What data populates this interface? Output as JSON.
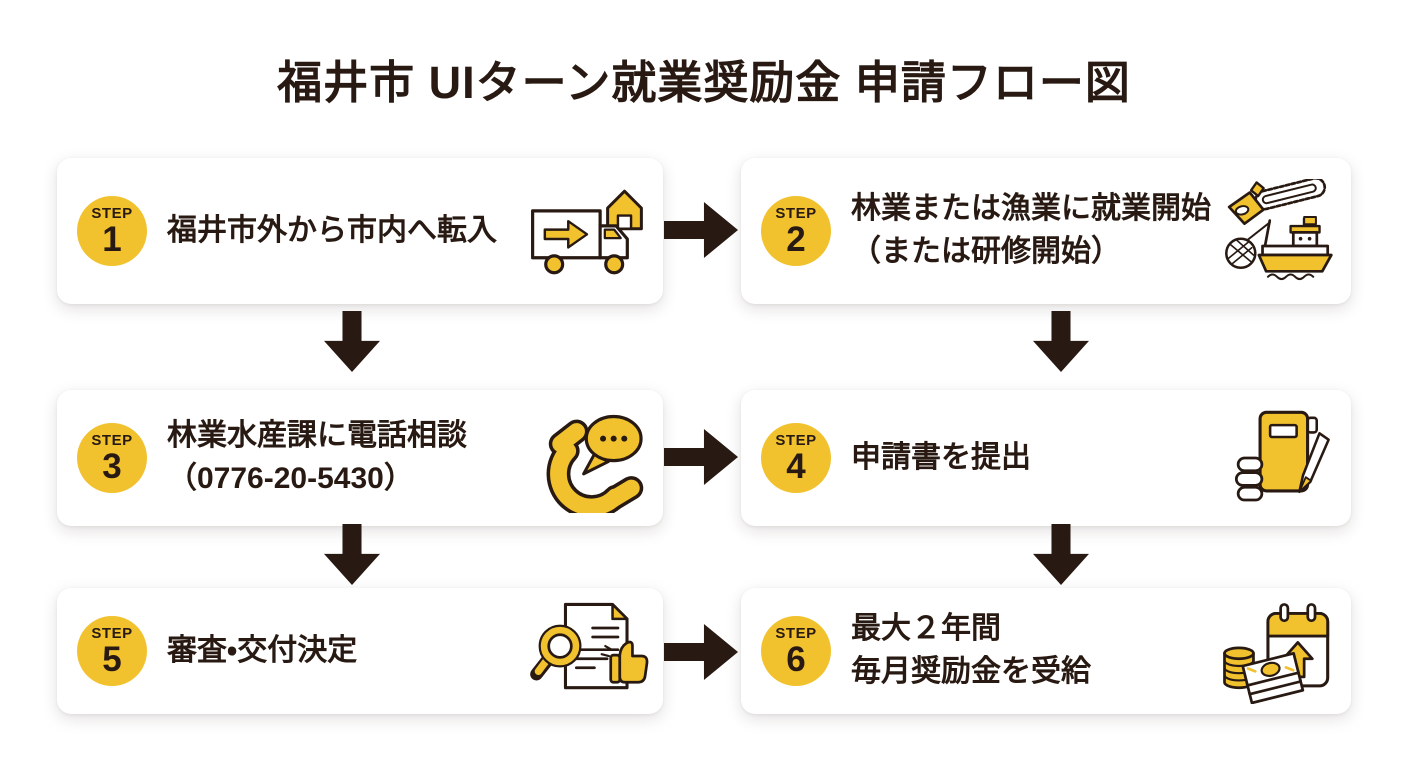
{
  "title": "福井市 UIターン就業奨励金 申請フロー図",
  "colors": {
    "yellow": "#F1C22E",
    "dark": "#281A12",
    "card": "#FFFFFF",
    "bg": "#FFFFFF"
  },
  "steps": [
    {
      "badge": "STEP",
      "number": "1",
      "lines": [
        "福井市外から市内へ転入"
      ],
      "icon": "moving-truck-icon"
    },
    {
      "badge": "STEP",
      "number": "2",
      "lines": [
        "林業または漁業に就業開始",
        "（または研修開始）"
      ],
      "icon": "chainsaw-fishing-boat-icon"
    },
    {
      "badge": "STEP",
      "number": "3",
      "lines": [
        "林業水産課に電話相談",
        "（0776-20-5430）"
      ],
      "icon": "phone-consult-icon"
    },
    {
      "badge": "STEP",
      "number": "4",
      "lines": [
        "申請書を提出"
      ],
      "icon": "application-form-icon"
    },
    {
      "badge": "STEP",
      "number": "5",
      "lines": [
        "審査・交付決定"
      ],
      "icon": "screening-approval-icon"
    },
    {
      "badge": "STEP",
      "number": "6",
      "lines": [
        "最大２年間",
        "毎月奨励金を受給"
      ],
      "icon": "incentive-payment-icon"
    }
  ]
}
